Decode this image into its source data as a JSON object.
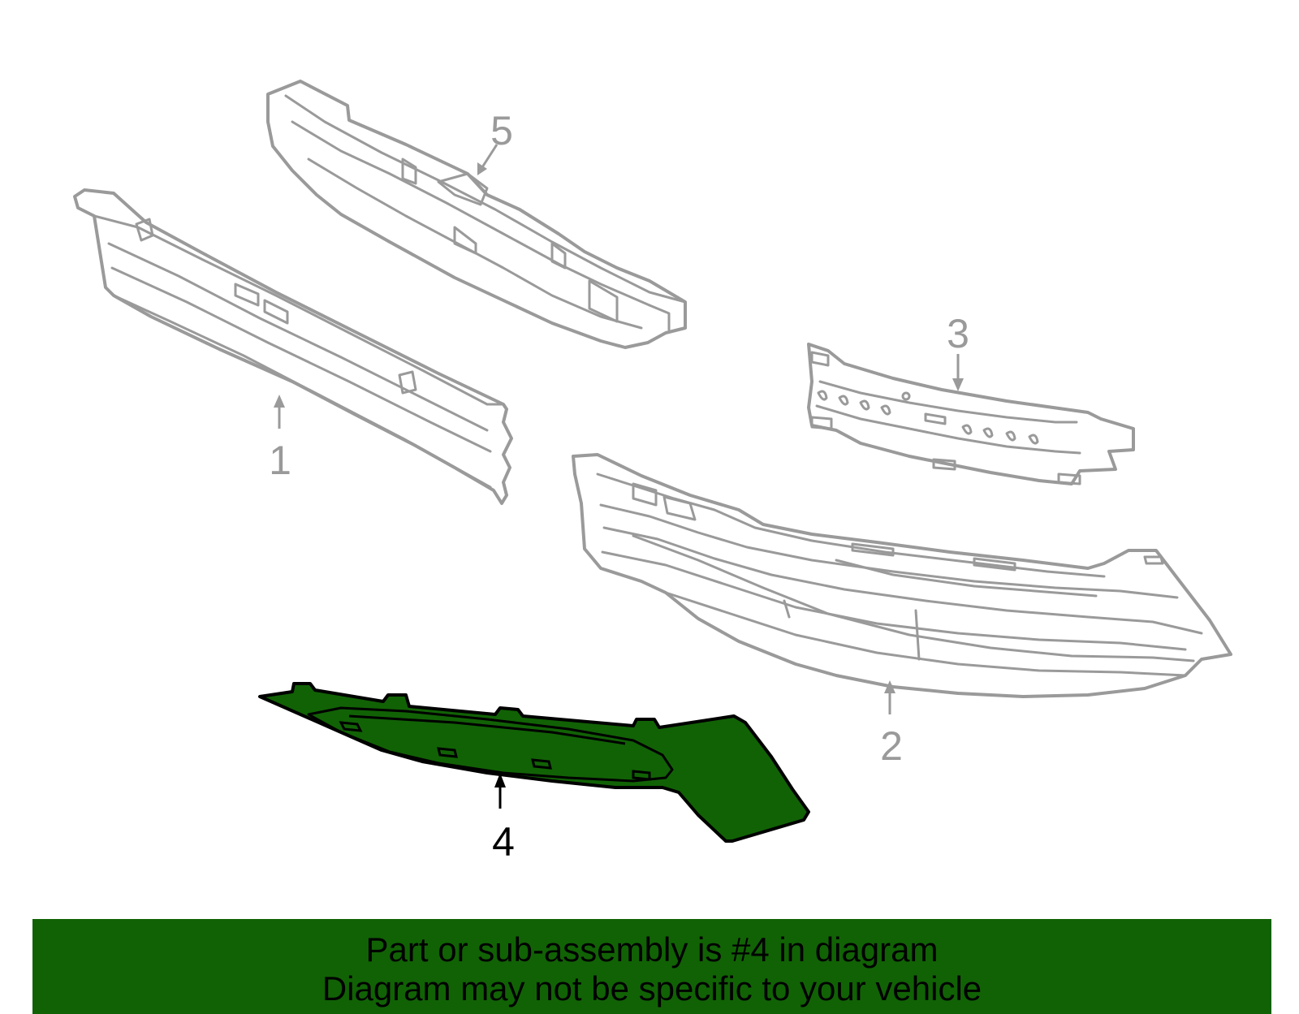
{
  "diagram": {
    "callouts": [
      {
        "id": "1",
        "label": "1"
      },
      {
        "id": "2",
        "label": "2"
      },
      {
        "id": "3",
        "label": "3"
      },
      {
        "id": "4",
        "label": "4",
        "highlighted": true
      },
      {
        "id": "5",
        "label": "5"
      }
    ],
    "colors": {
      "outline": "#9a9a9a",
      "highlight_fill": "#116205",
      "highlight_stroke": "#000000",
      "banner": "#116205",
      "background": "#ffffff"
    }
  },
  "caption": {
    "line1": "Part or sub-assembly is #4 in diagram",
    "line2": "Diagram may not be specific to your vehicle"
  }
}
